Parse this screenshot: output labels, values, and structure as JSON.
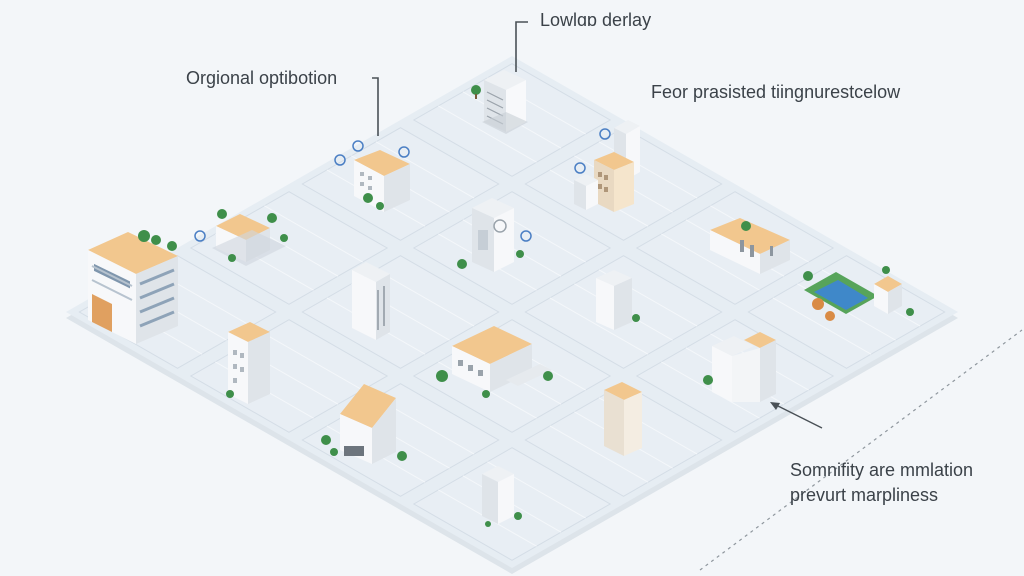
{
  "labels": {
    "top": "Lowlɑɒ derlay",
    "left": "Orgional optibotion",
    "right": "Feor prasisted tiingnurestcelow",
    "bottom_line1": "Somnifity are mmlation",
    "bottom_line2": "prevurt marpliness"
  },
  "colors": {
    "background": "#f3f6f9",
    "tile": "#e8eef4",
    "tile_edge": "#d4dde6",
    "accent": "#f2c78e",
    "building": "#f7f8fa",
    "building_shade": "#d9dee4",
    "tree": "#3f8f4a",
    "water": "#3f88c9",
    "annotation": "#3b4249"
  },
  "grid": {
    "rows": 4,
    "cols": 4
  }
}
